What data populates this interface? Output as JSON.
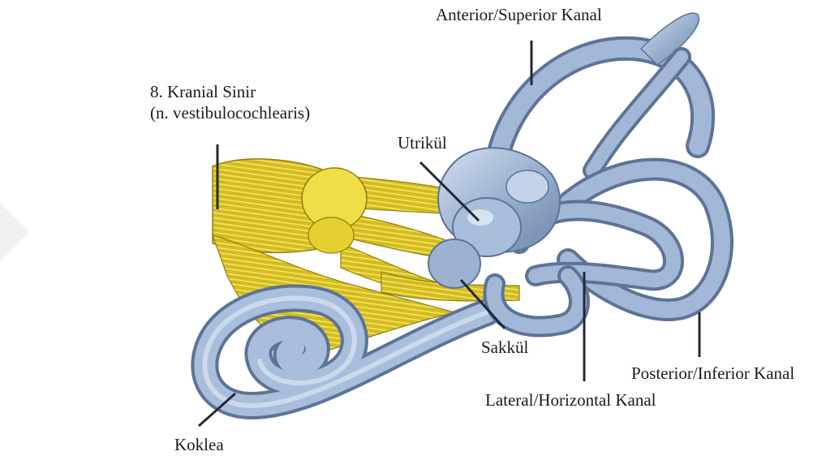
{
  "diagram": {
    "labels": {
      "anterior": "Anterior/Superior Kanal",
      "nerve_line1": "8. Kranial Sinir",
      "nerve_line2": "(n. vestibulocochlearis)",
      "utrikul": "Utrikül",
      "sakkul": "Sakkül",
      "posterior": "Posterior/Inferior Kanal",
      "lateral": "Lateral/Horizontal Kanal",
      "koklea": "Koklea"
    },
    "colors": {
      "labyrinth": "#9cb2d0",
      "labyrinth_dark": "#5d7397",
      "labyrinth_light": "#d7e2f1",
      "nerve": "#e8d43a",
      "nerve_dark": "#9c8a10",
      "leader": "#1f2a36"
    }
  }
}
